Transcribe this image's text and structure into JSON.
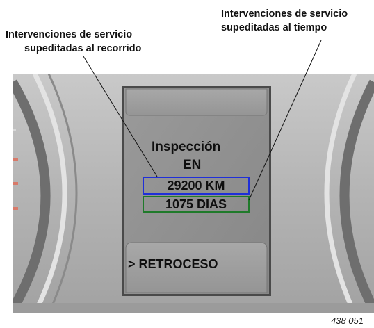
{
  "callouts": {
    "distance": {
      "line1": "Intervenciones de servicio",
      "line2": "supeditadas al recorrido"
    },
    "time": {
      "line1": "Intervenciones de servicio",
      "line2": "supeditadas al tiempo"
    }
  },
  "display": {
    "line1": "Inspección",
    "line2": "EN",
    "distance_value": "29200 KM",
    "time_value": "1075 DIAS",
    "menu_option": "> RETROCESO"
  },
  "figure_number": "438 051",
  "colors": {
    "distance_box": "#1f2fd8",
    "time_box": "#1f7a2a"
  }
}
